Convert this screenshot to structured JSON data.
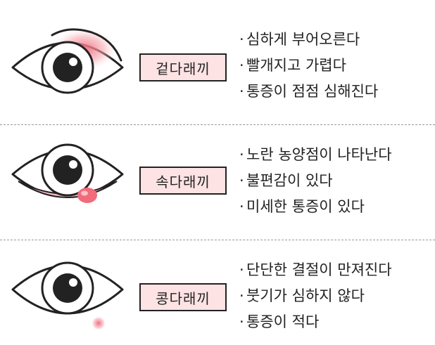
{
  "sections": [
    {
      "label": "겉다래끼",
      "bullets": [
        "심하게 부어오른다",
        "빨개지고 가렵다",
        "통증이 점점 심해진다"
      ],
      "highlight_color": "#f5a3ad"
    },
    {
      "label": "속다래끼",
      "bullets": [
        "노란 농양점이 나타난다",
        "불편감이 있다",
        "미세한 통증이 있다"
      ],
      "highlight_color": "#f5a3ad"
    },
    {
      "label": "콩다래끼",
      "bullets": [
        "단단한 결절이 만져진다",
        "붓기가 심하지 않다",
        "통증이 적다"
      ],
      "highlight_color": "#f26b7a"
    }
  ],
  "colors": {
    "label_bg": "#fde3e3",
    "outline": "#222222",
    "divider": "#9a9a9a"
  },
  "bullet_marker": "·"
}
